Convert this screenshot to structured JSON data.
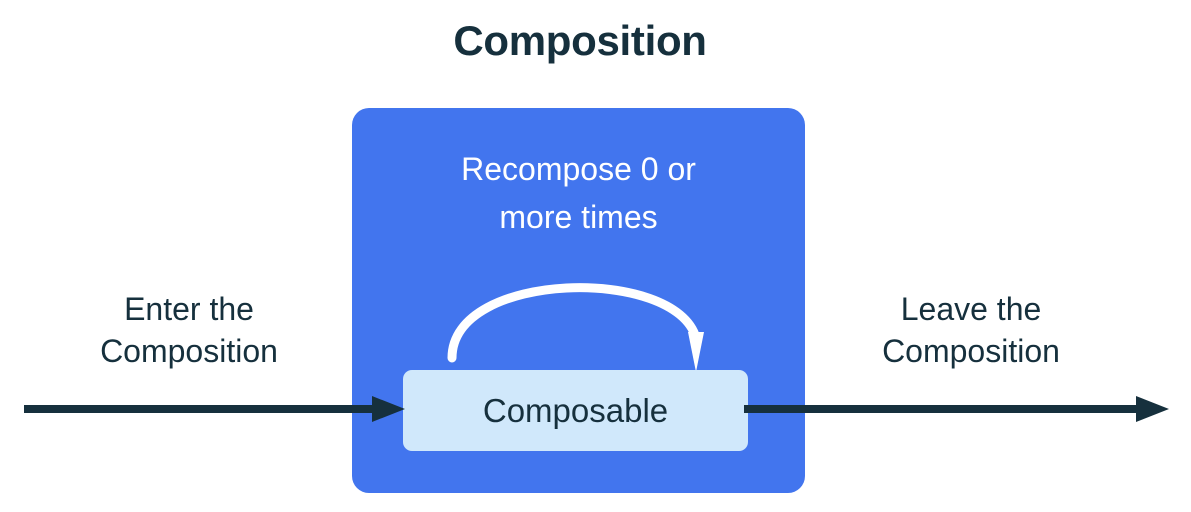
{
  "diagram": {
    "title": "Composition",
    "type": "flow-diagram",
    "colors": {
      "composition_fill": "#4275ee",
      "composable_fill": "#d0e8fb",
      "ink": "#16303d",
      "arrow_on_blue": "#ffffff",
      "background": "#ffffff"
    },
    "composition_box": {
      "recompose_label": "Recompose 0 or\nmore times",
      "loop_arrow_name": "recompose-loop-arrow",
      "composable": {
        "label": "Composable"
      }
    },
    "enter": {
      "label": "Enter the\nComposition",
      "arrow_name": "enter-composition-arrow",
      "direction": "right"
    },
    "leave": {
      "label": "Leave the\nComposition",
      "arrow_name": "leave-composition-arrow",
      "direction": "right"
    }
  }
}
